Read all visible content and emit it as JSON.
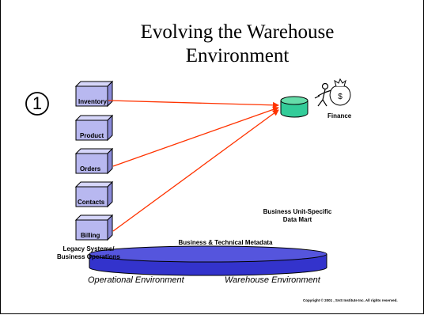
{
  "title_line1": "Evolving the Warehouse",
  "title_line2": "Environment",
  "step_number": "1",
  "sources": [
    "Inventory",
    "Product",
    "Orders",
    "Contacts",
    "Billing"
  ],
  "legacy_label_line1": "Legacy Systems/",
  "legacy_label_line2": "Business Operations",
  "finance_label": "Finance",
  "data_mart_line1": "Business Unit-Specific",
  "data_mart_line2": "Data Mart",
  "metadata_label": "Business & Technical Metadata",
  "operational_env": "Operational Environment",
  "warehouse_env": "Warehouse Environment",
  "copyright": "Copyright © 2001 , SAS Institute Inc. All rights reserved.",
  "colors": {
    "box_fill": "#b8b8f0",
    "box_dark": "#8a8ad8",
    "arrow": "#ff3300",
    "mart_fill": "#33cc99",
    "metadata_fill": "#3333cc",
    "metadata_top": "#6666ee"
  }
}
